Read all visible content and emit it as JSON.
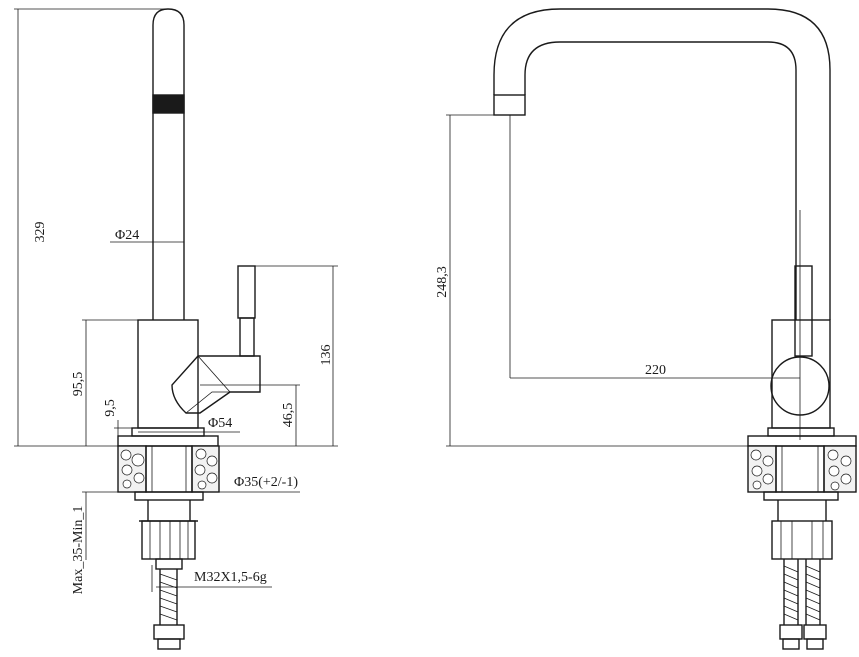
{
  "side_view": {
    "dimensions": {
      "total_height": "329",
      "spout_diameter": "Φ24",
      "body_height": "95,5",
      "lower_offset": "9,5",
      "lever_height": "136",
      "lever_offset": "46,5",
      "body_diameter": "Φ54",
      "hole_diameter": "Φ35(+2/-1)",
      "thickness_range": "Max_35-Min_1",
      "thread": "M32X1,5-6g"
    }
  },
  "front_view": {
    "dimensions": {
      "spout_height": "248,3",
      "spout_reach": "220"
    }
  }
}
